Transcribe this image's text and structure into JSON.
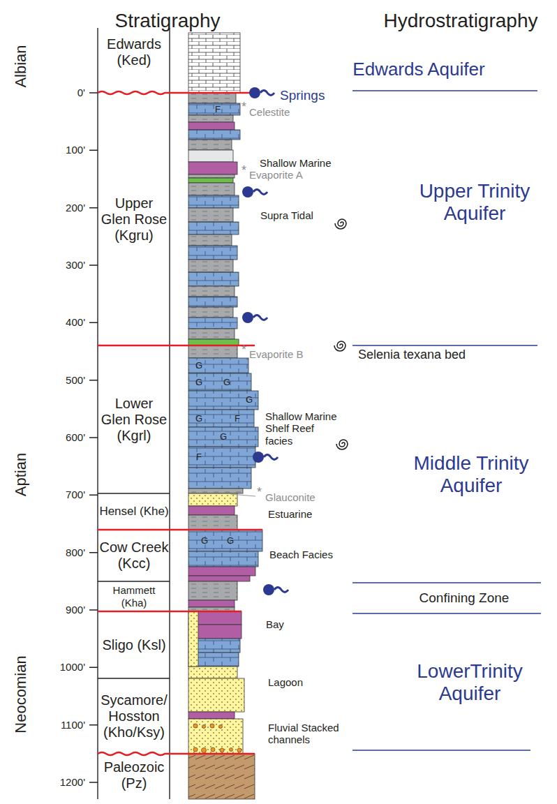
{
  "diagram": {
    "nodes": [
      {
        "text": [
          "Edwards (Ked)"
        ]
      },
      {
        "text": [
          "Upper Glen Rose (Kgru)"
        ]
      },
      {
        "text": [
          "Lower Glen Rose (Kgrl)"
        ]
      },
      {
        "text": [
          "Hensel (Khe)"
        ]
      },
      {
        "text": [
          "Cow Creek (Kcc)"
        ]
      },
      {
        "text": [
          "Hammett (Kha)"
        ]
      },
      {
        "text": [
          "Sligo (Ksl)"
        ]
      },
      {
        "text": [
          "Sycamore/ Hosston (Kho/Ksy)"
        ]
      },
      {
        "text": [
          "Paleozoic (Pz)"
        ]
      }
    ],
    "labels": [
      "Stratigraphy",
      "Hydrostratigraphy",
      "Albian",
      "Aptian",
      "Neocomian",
      "0'",
      "100'",
      "200'",
      "300'",
      "400'",
      "500'",
      "600'",
      "700'",
      "800'",
      "900'",
      "1000'",
      "1100'",
      "1200'",
      "Edwards Aquifer",
      "Upper Trinity Aquifer",
      "Middle Trinity Aquifer",
      "Confining Zone",
      "LowerTrinity Aquifer",
      "Springs",
      "*",
      "Celestite",
      "Shallow Marine",
      "*",
      "Evaporite A",
      "Supra Tidal",
      "*",
      "Evaporite B",
      "Selenia texana bed",
      "Shallow Marine Shelf Reef facies",
      "*",
      "Glauconite",
      "Estuarine",
      "Beach Facies",
      "Bay",
      "Lagoon",
      "Fluvial Stacked channels",
      "F",
      "G",
      "G",
      "G",
      "G",
      "G",
      "F",
      "G",
      "F",
      "G",
      "G"
    ]
  }
}
